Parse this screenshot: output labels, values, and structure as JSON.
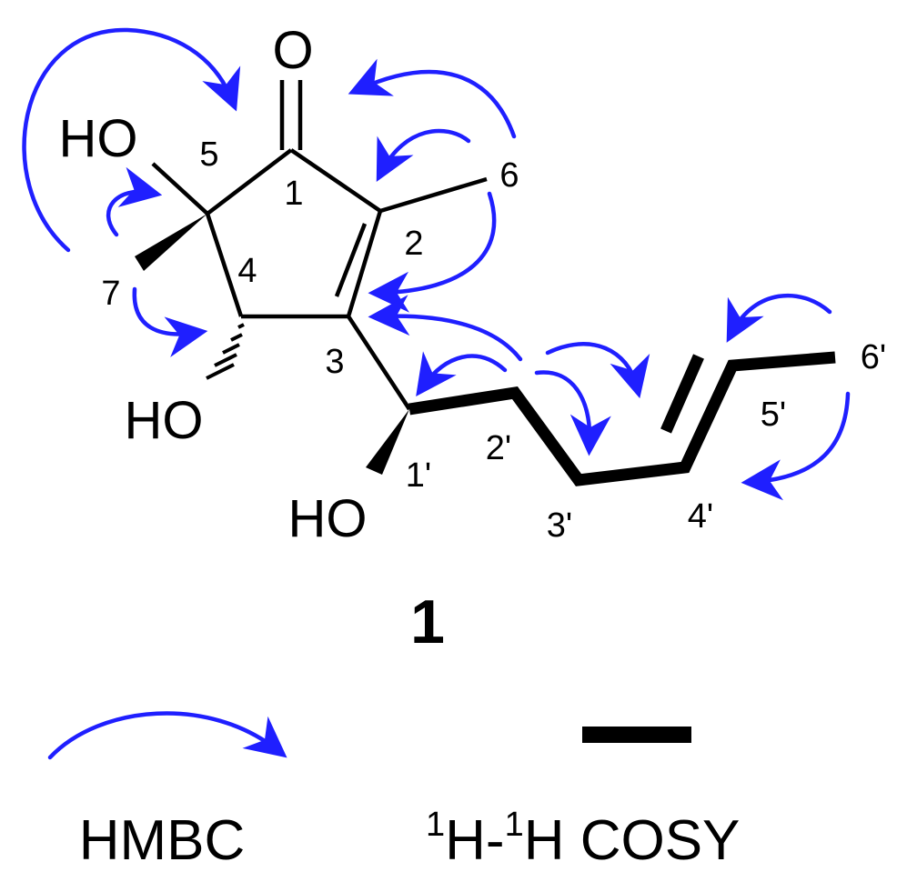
{
  "colors": {
    "hmbc": "#1f1fff",
    "bond": "#000000"
  },
  "molecule": {
    "atoms": {
      "carbonyl_O": "O",
      "OH_5": "HO",
      "OH_4": "HO",
      "OH_1p": "HO"
    },
    "positions": {
      "c1": "1",
      "c2": "2",
      "c3": "3",
      "c4": "4",
      "c5": "5",
      "c6": "6",
      "c7": "7",
      "c1p": "1'",
      "c2p": "2'",
      "c3p": "3'",
      "c4p": "4'",
      "c5p": "5'",
      "c6p": "6'"
    },
    "compound_number": "1"
  },
  "legend": {
    "hmbc_label": "HMBC",
    "cosy_sup1": "1",
    "cosy_h1": "H-",
    "cosy_sup2": "1",
    "cosy_h2": "H COSY"
  }
}
